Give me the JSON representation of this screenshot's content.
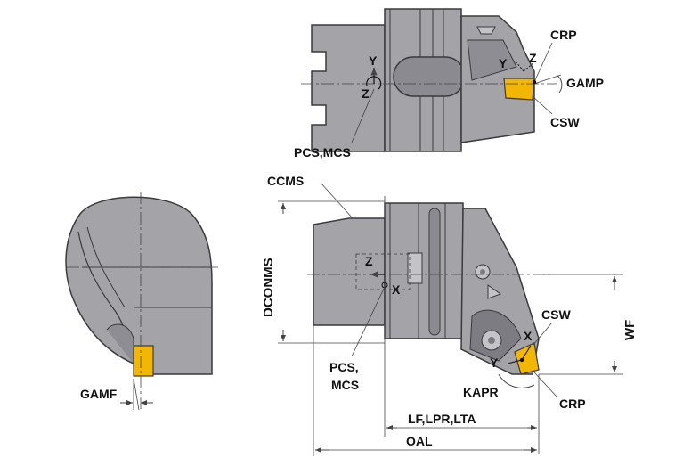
{
  "labels": {
    "crp_top": "CRP",
    "z_top_right": "Z",
    "y_top_right": "Y",
    "y_top_left": "Y",
    "z_top_left": "Z",
    "gamp": "GAMP",
    "csw_top": "CSW",
    "pcs_mcs_top": "PCS,MCS",
    "ccms": "CCMS",
    "dconms": "DCONMS",
    "z_bottom": "Z",
    "x_bottom": "X",
    "pcs_bottom": "PCS,",
    "mcs_bottom": "MCS",
    "csw_bottom": "CSW",
    "x_bottom_right": "X",
    "y_bottom_right": "Y",
    "wf": "WF",
    "kapr": "KAPR",
    "crp_bottom": "CRP",
    "lf": "LF,LPR,LTA",
    "oal": "OAL",
    "gamf": "GAMF"
  },
  "colors": {
    "body": "#a3a3a8",
    "body_dark": "#7c7c82",
    "body_light": "#c4c4c8",
    "outline": "#3a3a3e",
    "insert": "#f2b705",
    "dim": "#444444"
  }
}
